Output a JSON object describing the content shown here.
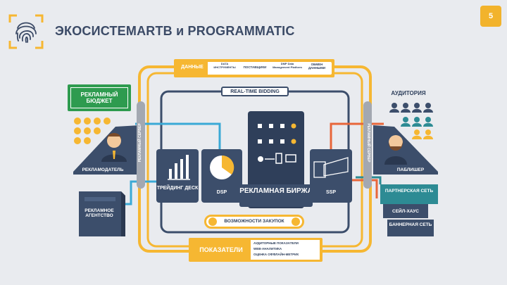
{
  "page": {
    "title": "ЭКОСИСТЕМАRTB и PROGRAMMATIC",
    "page_number": "5"
  },
  "colors": {
    "yellow": "#f6b732",
    "navy": "#3c4e6b",
    "dark_navy": "#2f3f5a",
    "green": "#2e9b4f",
    "orange": "#e8663a",
    "teal": "#2d8b94",
    "cyan": "#3aa9d6",
    "grey_bar": "#a3a8b1"
  },
  "data_banner": {
    "label": "ДАННЫЕ",
    "items": [
      "DATA ИНСТРУМЕНТЫ",
      "ПОСТАВЩИКИ",
      "DMP Data Management Platform",
      "ОБМЕН ДАННЫМИ"
    ]
  },
  "rtb_label": "REAL-TIME BIDDING",
  "budget": {
    "label": "РЕКЛАМНЫЙ БЮДЖЕТ"
  },
  "advertiser": {
    "label": "РЕКЛАМОДАТЕЛЬ"
  },
  "agency": {
    "label": "РЕКЛАМНОЕ АГЕНТСТВО"
  },
  "ad_server_left": "РЕКЛАМНЫЙ СЕРВЕР",
  "ad_server_right": "РЕКЛАМНЫЙ СЕРВЕР",
  "trading_desk": {
    "label": "ТРЕЙДИНГ ДЕСК"
  },
  "dsp": {
    "label": "DSP"
  },
  "exchange": {
    "label": "РЕКЛАМНАЯ БИРЖА"
  },
  "ssp": {
    "label": "SSP"
  },
  "purchase": {
    "label": "ВОЗМОЖНОСТИ ЗАКУПОК"
  },
  "indicators": {
    "label": "ПОКАЗАТЕЛИ",
    "items": [
      "АУДИТОРНЫЕ ПОКАЗАТЕЛИ",
      "WEB-АНАЛИТИКА",
      "ОЦЕНКА ОФФЛАЙН-МЕТРИК"
    ]
  },
  "audience": {
    "label": "АУДИТОРИЯ"
  },
  "publisher": {
    "label": "ПАБЛИШЕР"
  },
  "networks": {
    "partner": "ПАРТНЕРСКАЯ СЕТЬ",
    "sellhouse": "СЕЙЛ-ХАУС",
    "banner": "БАННЕРНАЯ СЕТЬ"
  }
}
